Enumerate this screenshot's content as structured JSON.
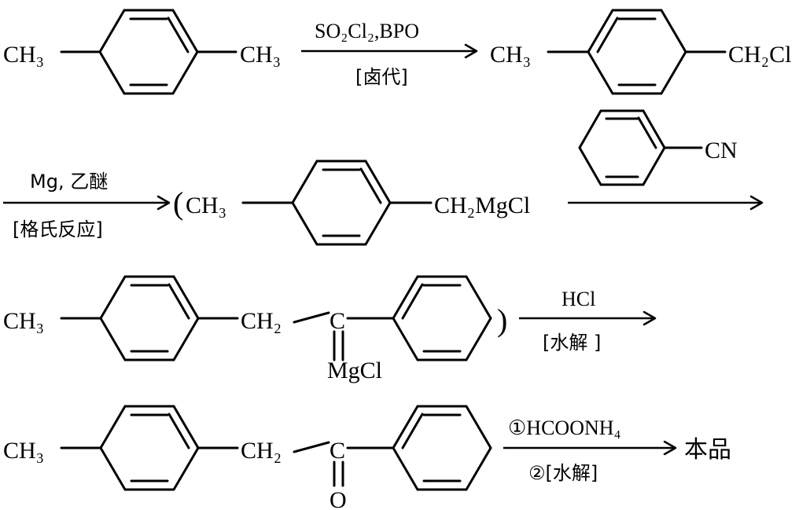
{
  "row1": {
    "start_left": "CH3",
    "start_right": "CH3",
    "arrow_top": "SO2Cl2,BPO",
    "arrow_bottom": "[卤代]",
    "product_left": "CH3",
    "product_right": "CH2Cl"
  },
  "row2": {
    "arrow_top": "Mg, 乙醚",
    "arrow_bottom": "[格氏反应]",
    "open_paren": "(",
    "grignard_left": "CH3",
    "grignard_right": "CH2MgCl",
    "reagent_group": "CN"
  },
  "row3": {
    "left": "CH3",
    "ch2": "CH2",
    "carbon": "C",
    "imine_group": "MgCl",
    "close_paren": ")",
    "arrow_top": "HCl",
    "arrow_bottom": "[水解 ]"
  },
  "row4": {
    "left": "CH3",
    "ch2": "CH2",
    "carbon": "C",
    "oxygen": "O",
    "arrow_top": "①HCOONH4",
    "arrow_bottom": "②[水解]",
    "product": "本品"
  }
}
